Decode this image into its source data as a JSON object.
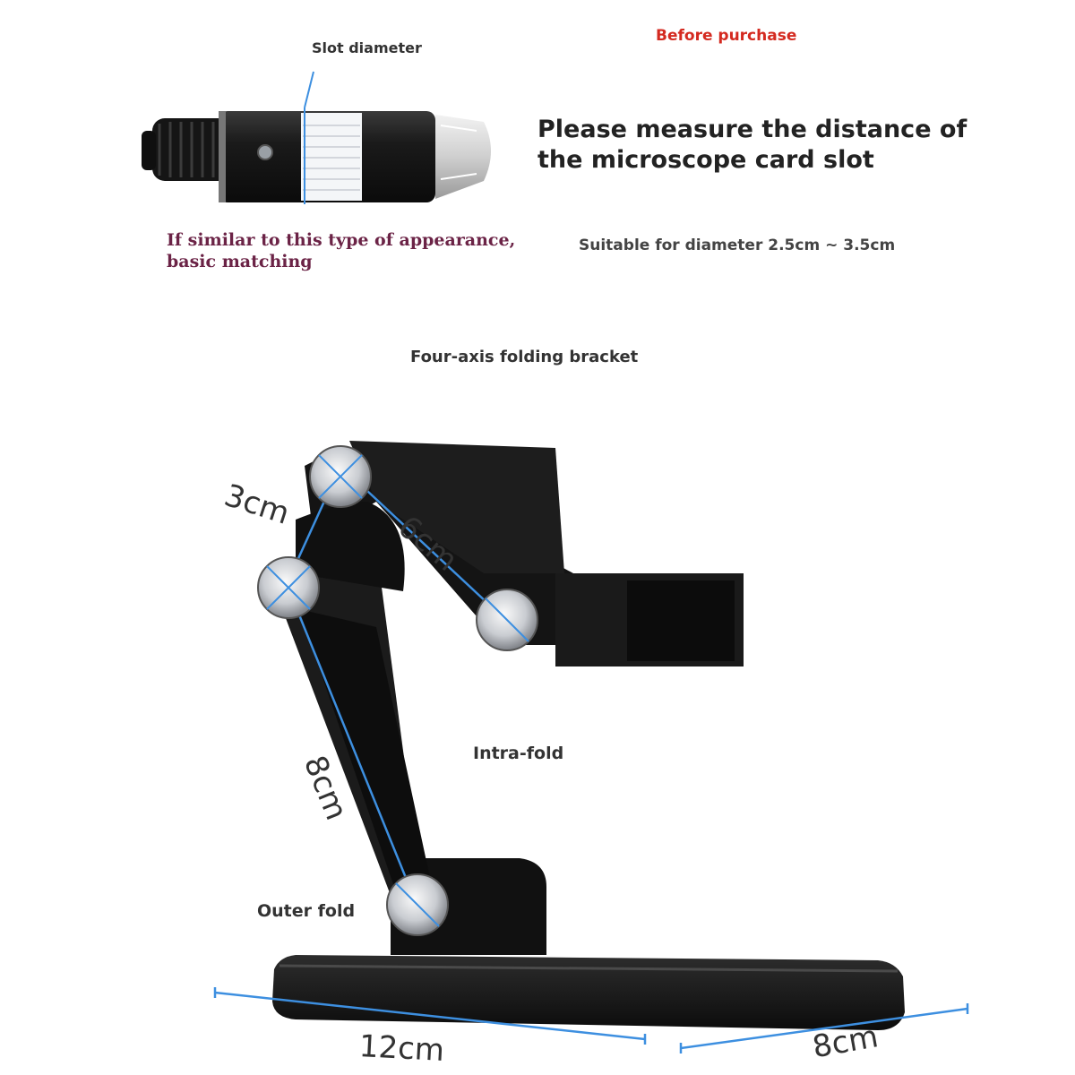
{
  "top": {
    "slot_label": "Slot diameter",
    "before_label": "Before purchase",
    "measure_text_1": "Please measure the distance of",
    "measure_text_2": "the microscope card slot",
    "similar_text_1": "If similar to this type of appearance,",
    "similar_text_2": "basic matching",
    "suitable_text": "Suitable for diameter 2.5cm ~ 3.5cm"
  },
  "bracket": {
    "title": "Four-axis folding bracket",
    "intra_fold": "Intra-fold",
    "outer_fold": "Outer fold",
    "dim_3": "3cm",
    "dim_6": "6cm",
    "dim_8": "8cm",
    "dim_12": "12cm",
    "dim_8_base": "8cm"
  },
  "colors": {
    "accent_red": "#d42a20",
    "measure_blue": "#3d8fe0",
    "similar_text": "#6b2346",
    "body_black": "#151515"
  }
}
